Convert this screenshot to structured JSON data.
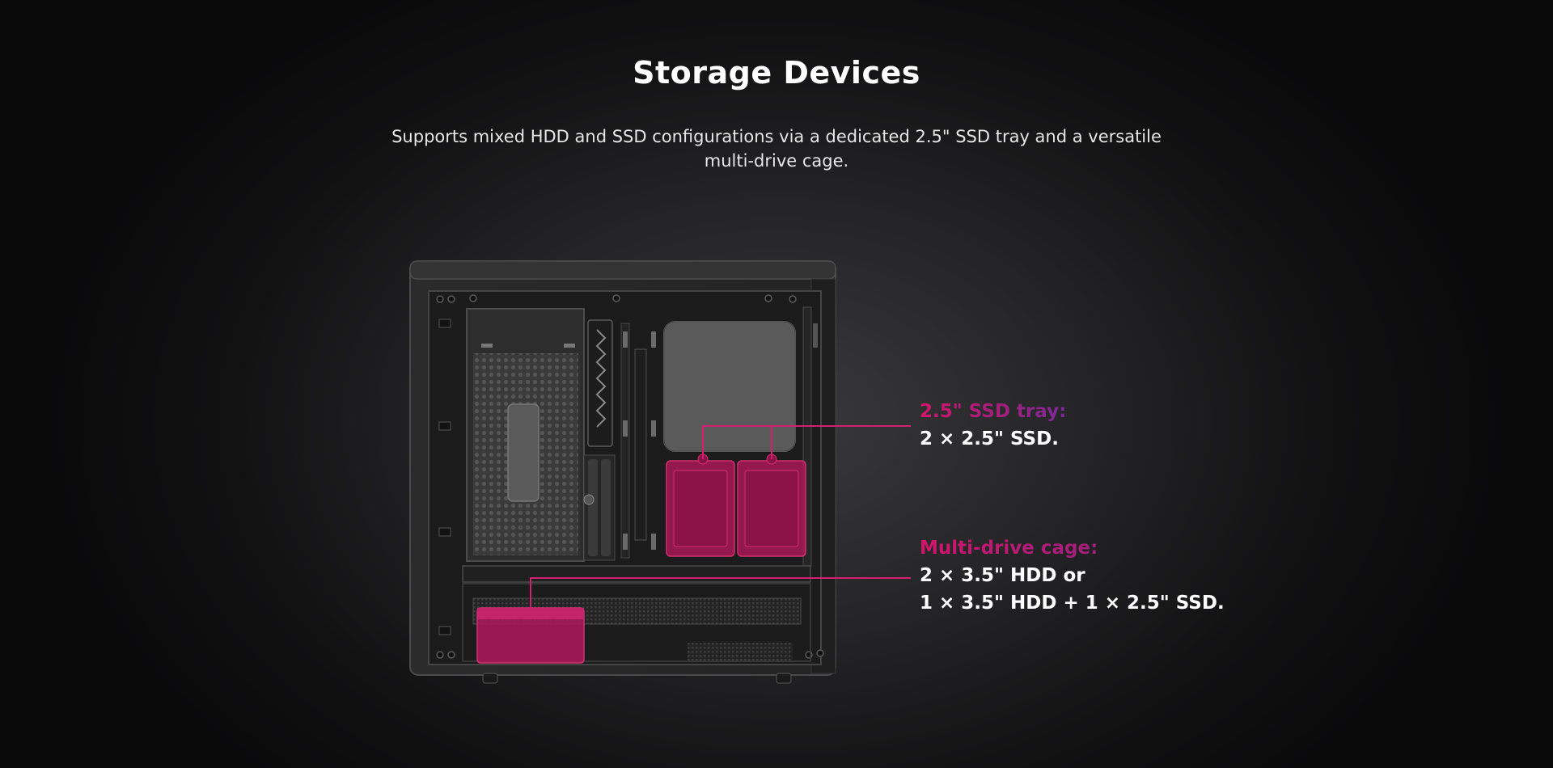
{
  "header": {
    "title": "Storage Devices",
    "subtitle": "Supports mixed HDD and SSD configurations via a dedicated 2.5\" SSD tray and a versatile multi-drive cage."
  },
  "callouts": {
    "ssd_tray": {
      "heading": "2.5\" SSD tray:",
      "line1": "2 × 2.5\" SSD."
    },
    "drive_cage": {
      "heading": "Multi-drive cage:",
      "line1": "2 × 3.5\" HDD or",
      "line2": "1 × 3.5\" HDD + 1 × 2.5\" SSD."
    }
  },
  "colors": {
    "highlight": "#c2185b",
    "leader_line": "#d21f6e",
    "heading_gradient_start": "#d4146a",
    "heading_gradient_end": "#7a2a9a"
  }
}
